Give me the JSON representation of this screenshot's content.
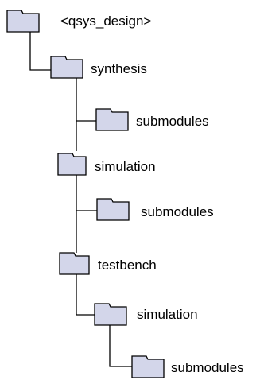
{
  "tree": {
    "folder_fill": "#d3d6ea",
    "folder_stroke": "#000000",
    "nodes": [
      {
        "id": "root",
        "label": "<qsys_design>",
        "icon": "folder-icon"
      },
      {
        "id": "synthesis",
        "label": "synthesis",
        "icon": "folder-icon"
      },
      {
        "id": "synthesis-submodules",
        "label": "submodules",
        "icon": "folder-icon"
      },
      {
        "id": "simulation",
        "label": "simulation",
        "icon": "folder-icon"
      },
      {
        "id": "simulation-submodules",
        "label": "submodules",
        "icon": "folder-icon"
      },
      {
        "id": "testbench",
        "label": "testbench",
        "icon": "folder-icon"
      },
      {
        "id": "testbench-simulation",
        "label": "simulation",
        "icon": "folder-icon"
      },
      {
        "id": "testbench-simulation-submodules",
        "label": "submodules",
        "icon": "folder-icon"
      }
    ]
  }
}
